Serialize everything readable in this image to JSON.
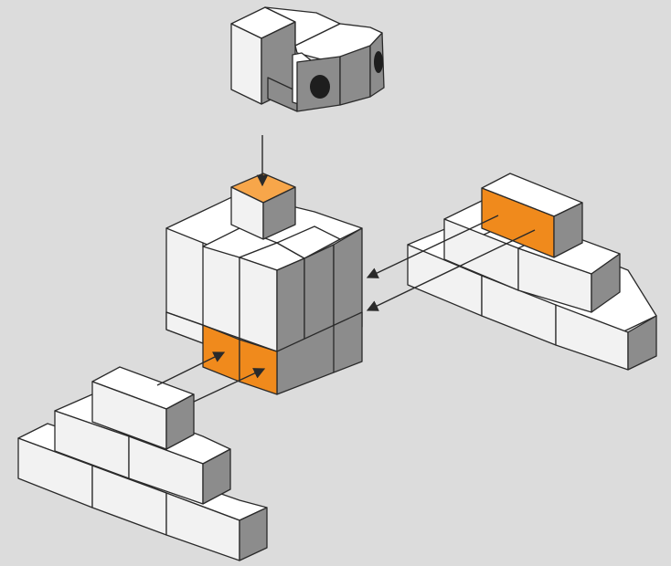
{
  "diagram": {
    "title": "",
    "type": "isometric-block-assembly",
    "parts": [
      "hollow-block-with-holes",
      "central-block-stack",
      "right-brick-pyramid",
      "left-brick-pyramid"
    ],
    "highlighted_blocks": 4,
    "arrows": 5,
    "colors": {
      "background": "#dcdcdc",
      "face_top": "#ffffff",
      "face_front": "#f2f2f2",
      "face_side": "#8c8c8c",
      "accent_front": "#f08a1c",
      "accent_top": "#f7a64a",
      "accent_side": "#f07d10",
      "outline": "#2a2a2a",
      "hole": "#1e1e1e"
    }
  }
}
